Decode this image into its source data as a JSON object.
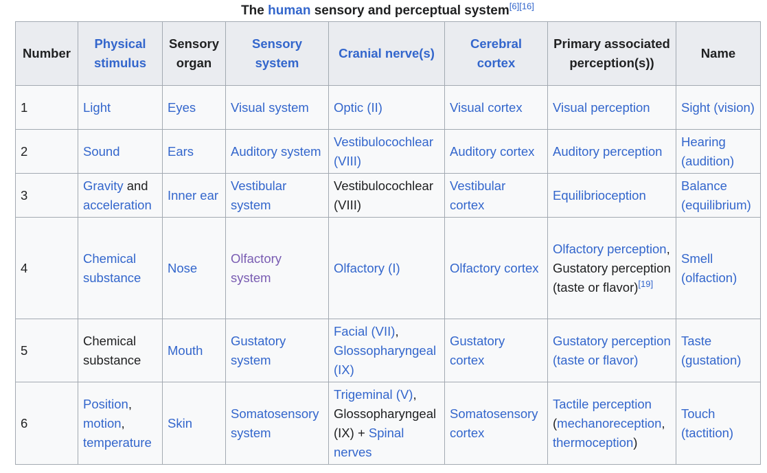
{
  "caption": {
    "prefix": "The ",
    "link": "human",
    "suffix": " sensory and perceptual system",
    "refs": "[6][16]"
  },
  "headers": [
    {
      "text": "Number",
      "link": false
    },
    {
      "text": "Physical stimulus",
      "link": true
    },
    {
      "text": "Sensory organ",
      "link": false
    },
    {
      "text": "Sensory system",
      "link": true
    },
    {
      "text": "Cranial nerve(s)",
      "link": true
    },
    {
      "text": "Cerebral cortex",
      "link": true
    },
    {
      "text": "Primary associated perception(s))",
      "link": false
    },
    {
      "text": "Name",
      "link": false
    }
  ],
  "rows": [
    [
      [
        {
          "t": "1"
        }
      ],
      [
        {
          "t": "Light",
          "link": true
        }
      ],
      [
        {
          "t": "Eyes",
          "link": true
        }
      ],
      [
        {
          "t": "Visual system",
          "link": true
        }
      ],
      [
        {
          "t": "Optic (II)",
          "link": true
        }
      ],
      [
        {
          "t": "Visual cortex",
          "link": true
        }
      ],
      [
        {
          "t": "Visual perception",
          "link": true
        }
      ],
      [
        {
          "t": "Sight (vision)",
          "link": true
        }
      ]
    ],
    [
      [
        {
          "t": "2"
        }
      ],
      [
        {
          "t": "Sound",
          "link": true
        }
      ],
      [
        {
          "t": "Ears",
          "link": true
        }
      ],
      [
        {
          "t": "Auditory system",
          "link": true
        }
      ],
      [
        {
          "t": "Vestibulocochlear (VIII)",
          "link": true
        }
      ],
      [
        {
          "t": "Auditory cortex",
          "link": true
        }
      ],
      [
        {
          "t": "Auditory perception",
          "link": true
        }
      ],
      [
        {
          "t": "Hearing (audition)",
          "link": true
        }
      ]
    ],
    [
      [
        {
          "t": "3"
        }
      ],
      [
        {
          "t": "Gravity",
          "link": true
        },
        {
          "t": " and "
        },
        {
          "t": "acceleration",
          "link": true
        }
      ],
      [
        {
          "t": "Inner ear",
          "link": true
        }
      ],
      [
        {
          "t": "Vestibular system",
          "link": true
        }
      ],
      [
        {
          "t": "Vestibulocochlear (VIII)"
        }
      ],
      [
        {
          "t": "Vestibular cortex",
          "link": true
        }
      ],
      [
        {
          "t": "Equilibrioception",
          "link": true
        }
      ],
      [
        {
          "t": "Balance (equilibrium)",
          "link": true
        }
      ]
    ],
    [
      [
        {
          "t": "4"
        }
      ],
      [
        {
          "t": "Chemical substance",
          "link": true
        }
      ],
      [
        {
          "t": "Nose",
          "link": true
        }
      ],
      [
        {
          "t": "Olfactory system",
          "link": true,
          "visited": true
        }
      ],
      [
        {
          "t": "Olfactory (I)",
          "link": true
        }
      ],
      [
        {
          "t": "Olfactory cortex",
          "link": true
        }
      ],
      [
        {
          "t": "Olfactory perception",
          "link": true
        },
        {
          "t": ", Gustatory perception (taste or flavor)"
        },
        {
          "t": "[19]",
          "ref": true
        }
      ],
      [
        {
          "t": "Smell (olfaction)",
          "link": true
        }
      ]
    ],
    [
      [
        {
          "t": "5"
        }
      ],
      [
        {
          "t": "Chemical substance"
        }
      ],
      [
        {
          "t": "Mouth",
          "link": true
        }
      ],
      [
        {
          "t": "Gustatory system",
          "link": true
        }
      ],
      [
        {
          "t": "Facial (VII)",
          "link": true
        },
        {
          "t": ", "
        },
        {
          "t": "Glossopharyngeal (IX)",
          "link": true
        }
      ],
      [
        {
          "t": "Gustatory cortex",
          "link": true
        }
      ],
      [
        {
          "t": "Gustatory perception (taste or flavor)",
          "link": true
        }
      ],
      [
        {
          "t": "Taste (gustation)",
          "link": true
        }
      ]
    ],
    [
      [
        {
          "t": "6"
        }
      ],
      [
        {
          "t": "Position",
          "link": true
        },
        {
          "t": ", "
        },
        {
          "t": "motion",
          "link": true
        },
        {
          "t": ", "
        },
        {
          "t": "temperature",
          "link": true
        }
      ],
      [
        {
          "t": "Skin",
          "link": true
        }
      ],
      [
        {
          "t": "Somatosensory system",
          "link": true
        }
      ],
      [
        {
          "t": "Trigeminal (V)",
          "link": true
        },
        {
          "t": ", Glossopharyngeal (IX) + "
        },
        {
          "t": "Spinal nerves",
          "link": true
        }
      ],
      [
        {
          "t": "Somatosensory cortex",
          "link": true
        }
      ],
      [
        {
          "t": "Tactile perception",
          "link": true
        },
        {
          "t": " ("
        },
        {
          "t": "mechanoreception",
          "link": true
        },
        {
          "t": ", "
        },
        {
          "t": "thermoception",
          "link": true
        },
        {
          "t": ")"
        }
      ],
      [
        {
          "t": "Touch (tactition)",
          "link": true
        }
      ]
    ]
  ]
}
